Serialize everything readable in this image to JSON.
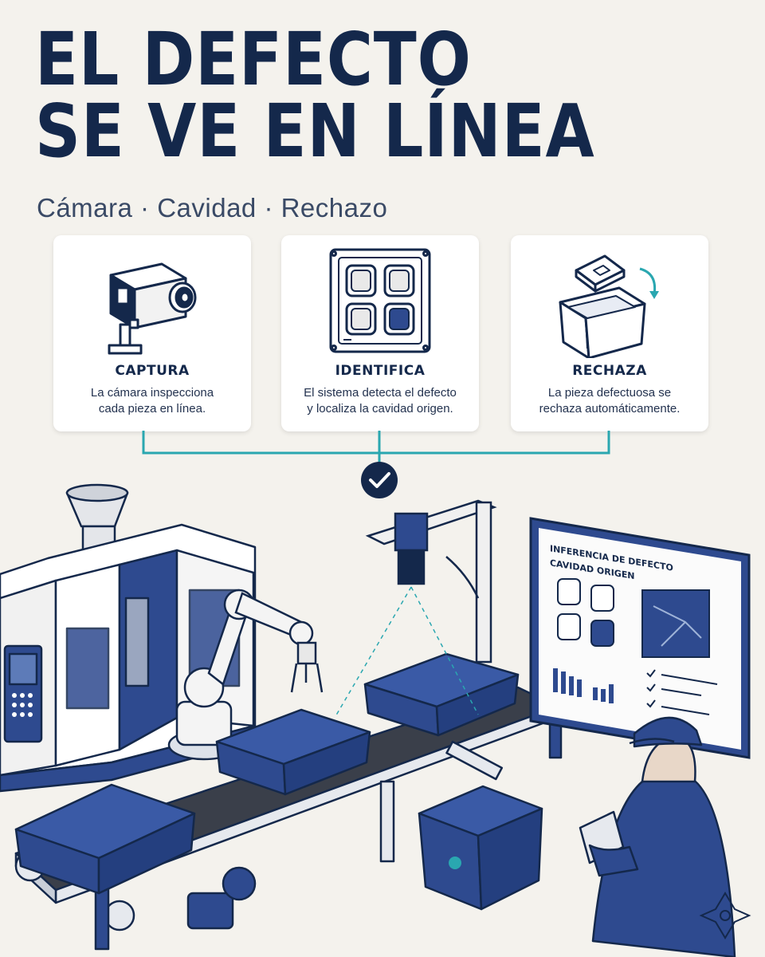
{
  "header": {
    "title_line1": "EL DEFECTO",
    "title_line2": "SE VE EN LÍNEA",
    "subtitle": "Cámara · Cavidad · Rechazo"
  },
  "steps": [
    {
      "title": "CAPTURA",
      "line1": "La cámara inspecciona",
      "line2": "cada pieza en línea.",
      "icon": "camera-icon"
    },
    {
      "title": "IDENTIFICA",
      "line1": "El sistema detecta el defecto",
      "line2": "y localiza la cavidad origen.",
      "icon": "mold-cavity-icon"
    },
    {
      "title": "RECHAZA",
      "line1": "La pieza defectuosa se",
      "line2": "rechaza automáticamente.",
      "icon": "reject-bin-icon"
    }
  ],
  "monitor": {
    "heading1": "INFERENCIA DE DEFECTO",
    "heading2": "CAVIDAD ORIGEN"
  },
  "colors": {
    "navy": "#14284b",
    "teal": "#2aa7b0",
    "background": "#f4f2ed",
    "blue_part": "#2e4a8f"
  }
}
